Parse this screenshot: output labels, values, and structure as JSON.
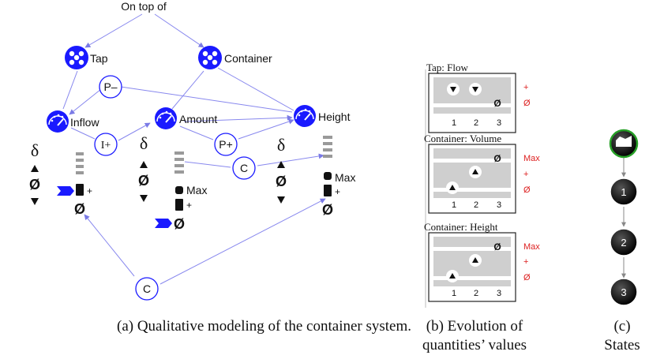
{
  "panel_a": {
    "top_label": "On top of",
    "entities": {
      "tap": "Tap",
      "container": "Container"
    },
    "quantities": {
      "inflow": "Inflow",
      "amount": "Amount",
      "height": "Height"
    },
    "relations": {
      "p_minus": "P–",
      "i_plus": "I+",
      "p_plus": "P+",
      "corr_mid": "C",
      "corr_bottom": "C"
    },
    "derivative_symbol": "δ",
    "zero_symbol": "Ø",
    "max_label": "Max",
    "plus_label": "+",
    "caption": "(a) Qualitative modeling of the container system."
  },
  "panel_b": {
    "tap_title": "Tap: Flow",
    "volume_title": "Container: Volume",
    "height_title": "Container: Height",
    "x_ticks": [
      "1",
      "2",
      "3"
    ],
    "value_labels": {
      "max": "Max",
      "plus": "+",
      "zero": "Ø"
    },
    "caption_line1": "(b) Evolution of",
    "caption_line2": "quantities’ values"
  },
  "panel_c": {
    "states": [
      "1",
      "2",
      "3"
    ],
    "caption_line1": "(c)",
    "caption_line2": "States"
  },
  "colors": {
    "blue": "#1a1aff",
    "arrow": "#8888ee",
    "red": "#dd2222",
    "grey_bar": "#9a9a9a",
    "state_fill": "#0a0a0a",
    "start_ring": "#27a027"
  }
}
